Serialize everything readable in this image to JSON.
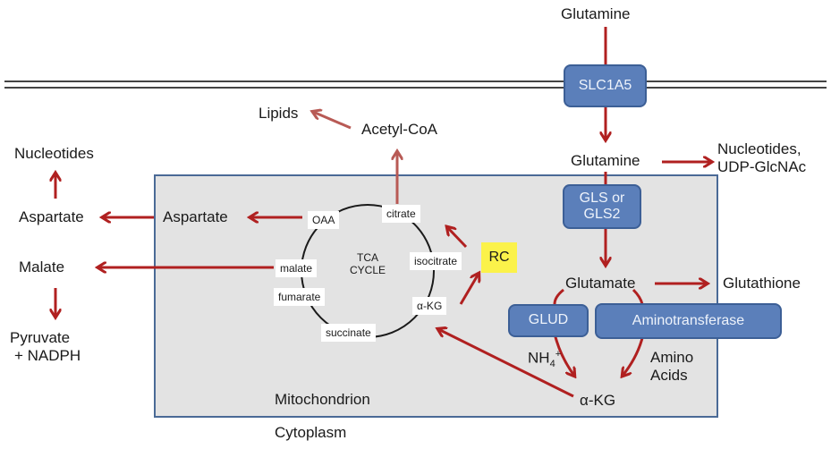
{
  "colors": {
    "arrow": "#b02020",
    "arrow_light": "#b85a55",
    "enzyme_fill": "#5b7fba",
    "enzyme_border": "#3c5f96",
    "mitochondrion_fill": "#e3e3e3",
    "mitochondrion_border": "#4a6a96",
    "membrane": "#444444",
    "rc_highlight": "#fbf24a"
  },
  "cytoplasm": {
    "glutamine_outside": "Glutamine",
    "glutamine_inside": "Glutamine",
    "nucleotides_udp": [
      "Nucleotides,",
      "UDP-GlcNAc"
    ],
    "lipids": "Lipids",
    "acetyl_coa": "Acetyl-CoA",
    "nucleotides": "Nucleotides",
    "aspartate": "Aspartate",
    "malate": "Malate",
    "pyruvate_nadph": [
      "Pyruvate",
      "+ NADPH"
    ],
    "glutathione": "Glutathione",
    "region_label": "Cytoplasm"
  },
  "enzymes": {
    "slc1a5": "SLC1A5",
    "gls": [
      "GLS or",
      "GLS2"
    ],
    "glud": "GLUD",
    "aminotransferase": "Aminotransferase"
  },
  "mitochondrion": {
    "region_label": "Mitochondrion",
    "aspartate": "Aspartate",
    "glutamate": "Glutamate",
    "nh4": "NH",
    "nh4_sub": "4",
    "nh4_sup": "+",
    "amino_acids": [
      "Amino",
      "Acids"
    ],
    "akg": "α-KG",
    "rc": "RC",
    "tca": {
      "title": [
        "TCA",
        "CYCLE"
      ],
      "intermediates": {
        "oaa": "OAA",
        "citrate": "citrate",
        "isocitrate": "isocitrate",
        "akg": "α-KG",
        "succinate": "succinate",
        "fumarate": "fumarate",
        "malate": "malate"
      }
    }
  }
}
